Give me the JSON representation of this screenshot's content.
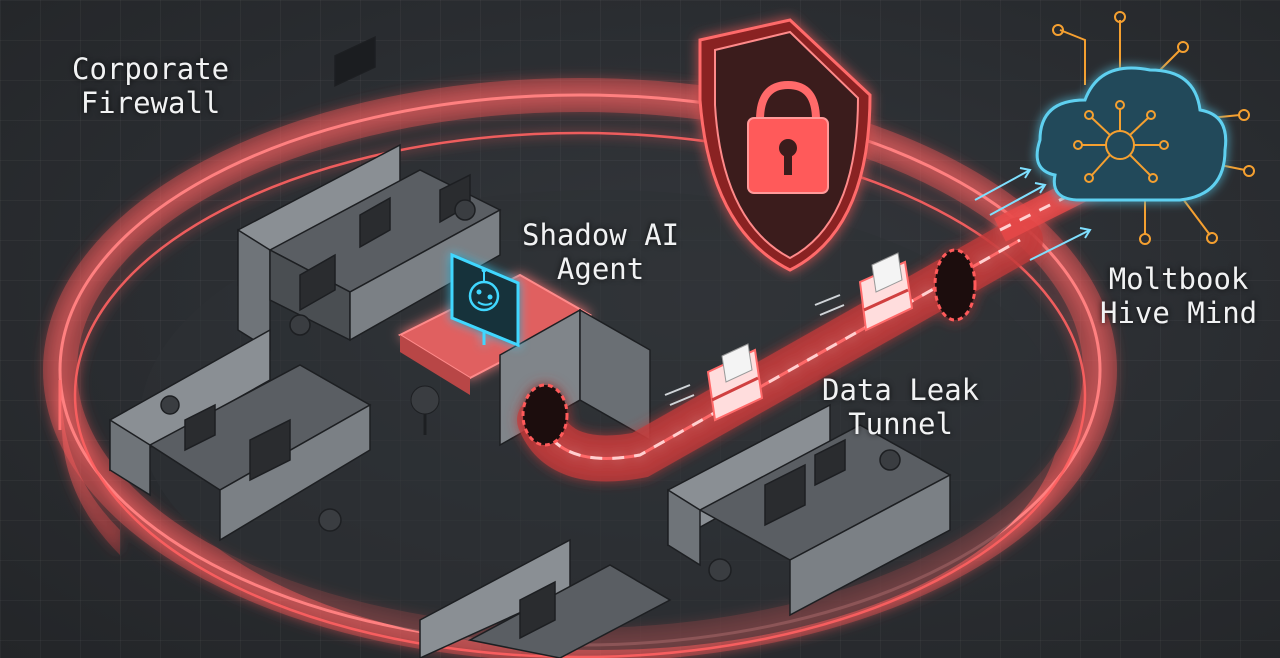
{
  "labels": {
    "firewall": [
      "Corporate",
      "Firewall"
    ],
    "agent": [
      "Shadow AI",
      "Agent"
    ],
    "tunnel": [
      "Data Leak",
      "Tunnel"
    ],
    "hive": [
      "Moltbook",
      "Hive Mind"
    ]
  },
  "colors": {
    "firewall_red": "#ff5a5a",
    "tunnel_red": "#e84848",
    "agent_cyan": "#3fd7ff",
    "cloud_cyan": "#5fd0f0",
    "circuit_orange": "#f5a030",
    "background": "#2a2d31"
  },
  "icons": [
    "shield-lock-icon",
    "robot-face-icon",
    "cloud-network-icon",
    "file-folder-icon"
  ]
}
